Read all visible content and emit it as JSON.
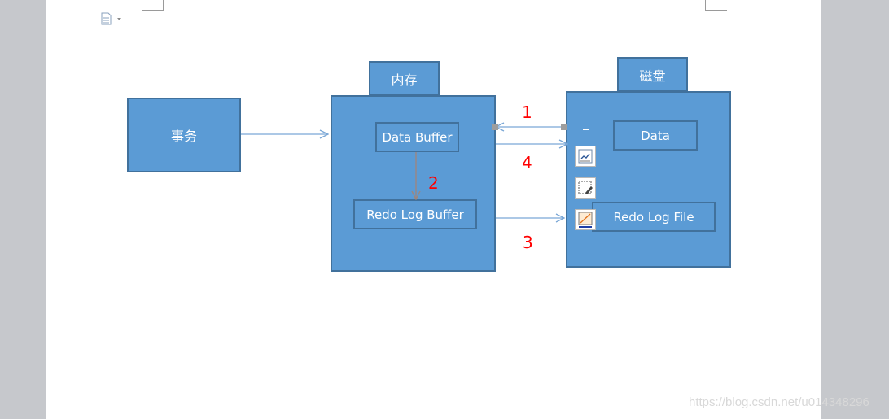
{
  "colors": {
    "box_fill": "#5b9bd5",
    "box_stroke": "#41719c",
    "arrow": "#7aa7d6",
    "inner_arrow": "#a0857a",
    "step_number": "#ff0000"
  },
  "diagram": {
    "transaction": {
      "label": "事务"
    },
    "memory": {
      "tab_label": "内存",
      "data_buffer": "Data Buffer",
      "redo_log_buffer": "Redo Log Buffer"
    },
    "disk": {
      "tab_label": "磁盘",
      "data": "Data",
      "redo_log_file": "Redo Log File"
    },
    "steps": [
      "1",
      "2",
      "3",
      "4"
    ]
  },
  "toolbar": {
    "icons": [
      "layout-options-icon",
      "shape-styles-icon",
      "shape-outline-icon"
    ]
  },
  "watermark": "https://blog.csdn.net/u014348296"
}
